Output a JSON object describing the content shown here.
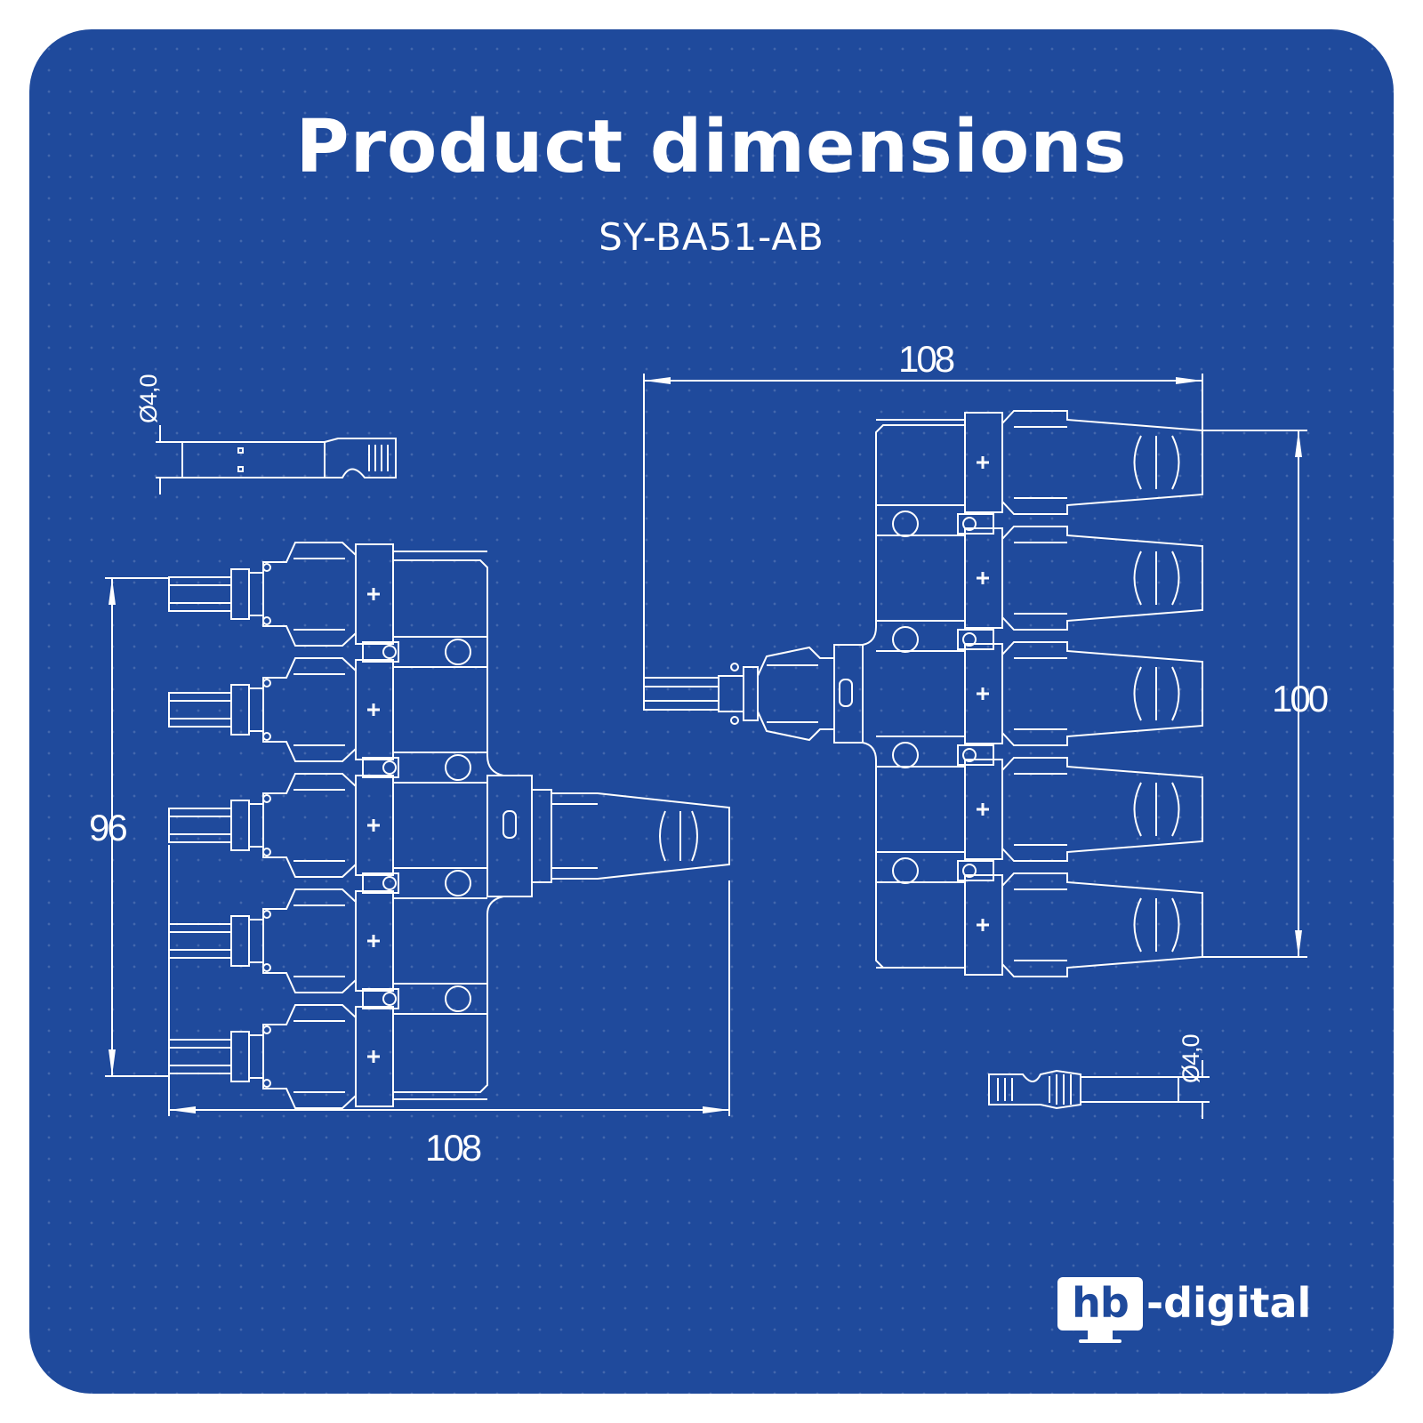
{
  "title": "Product dimensions",
  "model": "SY-BA51-AB",
  "dimensions": {
    "left_width": "108",
    "left_height": "96",
    "right_width": "108",
    "right_height": "100",
    "pin_diameter_left": "Ø4,0",
    "pin_diameter_right": "Ø4,0"
  },
  "logo": {
    "box_text": "hb",
    "text": "-digital"
  },
  "colors": {
    "background": "#1f4a9c",
    "lines": "#ffffff"
  }
}
